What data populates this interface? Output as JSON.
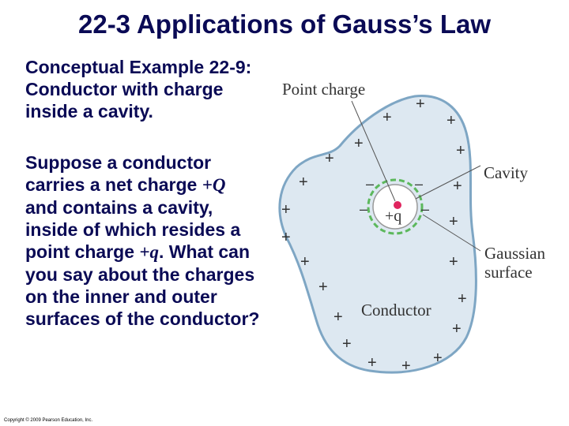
{
  "slide": {
    "title": "22-3 Applications of Gauss’s Law",
    "subtitle": "Conceptual Example 22-9: Conductor with charge inside a cavity.",
    "question": {
      "part1": "Suppose a conductor carries a net charge ",
      "Q": "+Q",
      "part2": " and contains a cavity, inside of which resides a point charge ",
      "q": "+q",
      "part3": ". What can you say about the charges on the inner and outer surfaces of the conductor?"
    },
    "copyright": "Copyright © 2009 Pearson Education, Inc."
  },
  "diagram": {
    "labels": {
      "point_charge": "Point charge",
      "cavity": "Cavity",
      "gaussian_line1": "Gaussian",
      "gaussian_line2": "surface",
      "conductor": "Conductor",
      "charge": "+q"
    },
    "colors": {
      "conductor_fill": "#dde8f1",
      "conductor_stroke": "#7ea6c4",
      "gaussian_dash": "#5cb85c",
      "point_charge": "#e0245e",
      "text": "#0a0a55"
    }
  }
}
